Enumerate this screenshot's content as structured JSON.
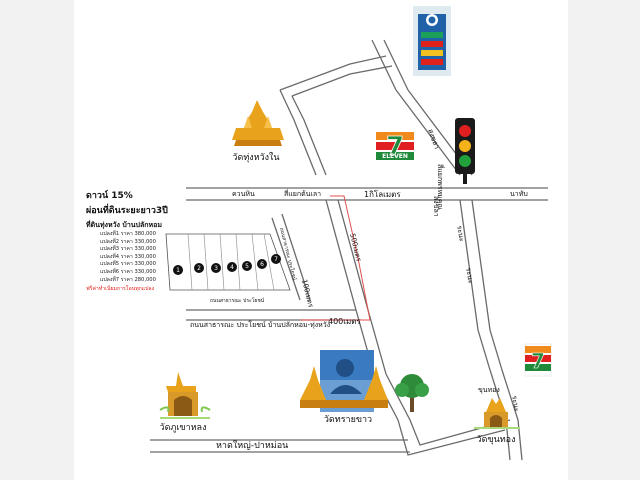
{
  "info_box": {
    "down_payment": "ดาวน์ 15%",
    "installment": "ผ่อนที่ดินระยะยาว3ปี",
    "location": "ที่ดินทุ่งหวัง บ้านปลักหอม",
    "plots": [
      "แปลงที่1 ราคา 380,000",
      "แปลงที่2 ราคา 330,000",
      "แปลงที่3 ราคา 330,000",
      "แปลงที่4 ราคา 330,000",
      "แปลงที่5 ราคา 330,000",
      "แปลงที่6 ราคา 330,000",
      "แปลงที่7 ราคา 280,000"
    ],
    "promo": "ฟรีค่าทำเนียมการโอนทุกแปลง"
  },
  "plot_numbers": [
    "1",
    "2",
    "3",
    "4",
    "5",
    "6",
    "7"
  ],
  "landmarks": {
    "temple_top": "วัดทุ่งหวังใน",
    "temple_bottom_left": "วัดภูเขาหลง",
    "temple_center": "วัดทรายขาว",
    "temple_bottom_right": "วัดขุนทอง",
    "store_brand": "ELEVEN"
  },
  "road_labels": {
    "kuanhin": "ควนหิน",
    "samyaek_tonlao": "สี่แยกต้นเลา",
    "one_km": "1กิโลเมตร",
    "songkhla_1": "สงขลา",
    "samyaek_phrommakhun": "สี่แยกพรหมคุณ",
    "nathap": "นาทับ",
    "ra_nong_1": "ระนะ",
    "ra_nong_2": "ระนะ",
    "khunthong": "ขุนทอง",
    "songkhla_2": "สงขลา",
    "dist_500": "500เมตร",
    "dist_100": "100เมตร",
    "dist_400": "400เมตร",
    "public_road_full": "ถนนสาธารณะ ประโยชน์ บ้านปลักหอม-ทุ่งหวัง",
    "public_road_short": "ถนนสาธารณะ ประโยชน์",
    "side_road": "ถนนสาธารณะ ประโยชน์",
    "hatyai_road": "หาดใหญ่-ปาหม่อน"
  },
  "colors": {
    "road": "#6a6a6a",
    "route": "#e05050",
    "gold": "#e8a21c",
    "brand_green": "#1e8a3a",
    "brand_red": "#e02020",
    "brand_orange": "#f08a1c"
  }
}
